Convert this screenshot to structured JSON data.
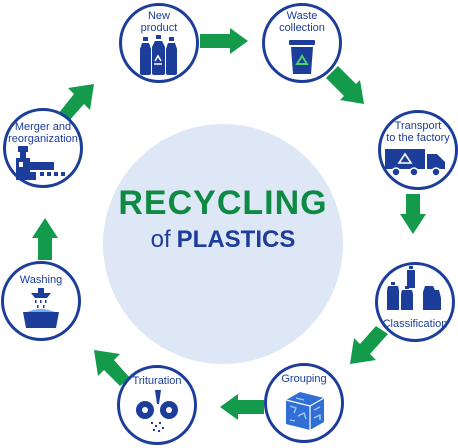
{
  "title": {
    "main": "RECYCLING",
    "of": "of",
    "subject": "PLASTICS"
  },
  "steps": [
    {
      "id": "new-product",
      "label_lines": [
        "New",
        "product"
      ],
      "icon": "bottles-recycle-icon"
    },
    {
      "id": "waste-collection",
      "label_lines": [
        "Waste",
        "collection"
      ],
      "icon": "recycling-bin-icon"
    },
    {
      "id": "transport",
      "label_lines": [
        "Transport",
        "to the factory"
      ],
      "icon": "truck-icon"
    },
    {
      "id": "classification",
      "label_lines": [
        "Classification"
      ],
      "icon": "sorted-bottles-icon"
    },
    {
      "id": "grouping",
      "label_lines": [
        "Grouping"
      ],
      "icon": "compressed-bale-icon"
    },
    {
      "id": "trituration",
      "label_lines": [
        "Trituration"
      ],
      "icon": "shredder-icon"
    },
    {
      "id": "washing",
      "label_lines": [
        "Washing"
      ],
      "icon": "washing-basin-icon"
    },
    {
      "id": "merger",
      "label_lines": [
        "Merger and",
        "reorganization"
      ],
      "icon": "extruder-machine-icon"
    }
  ],
  "colors": {
    "brand_blue": "#1c3d9a",
    "brand_green": "#0f8a44",
    "arrow_green": "#139a4b",
    "center_fill": "#dde7f5"
  }
}
